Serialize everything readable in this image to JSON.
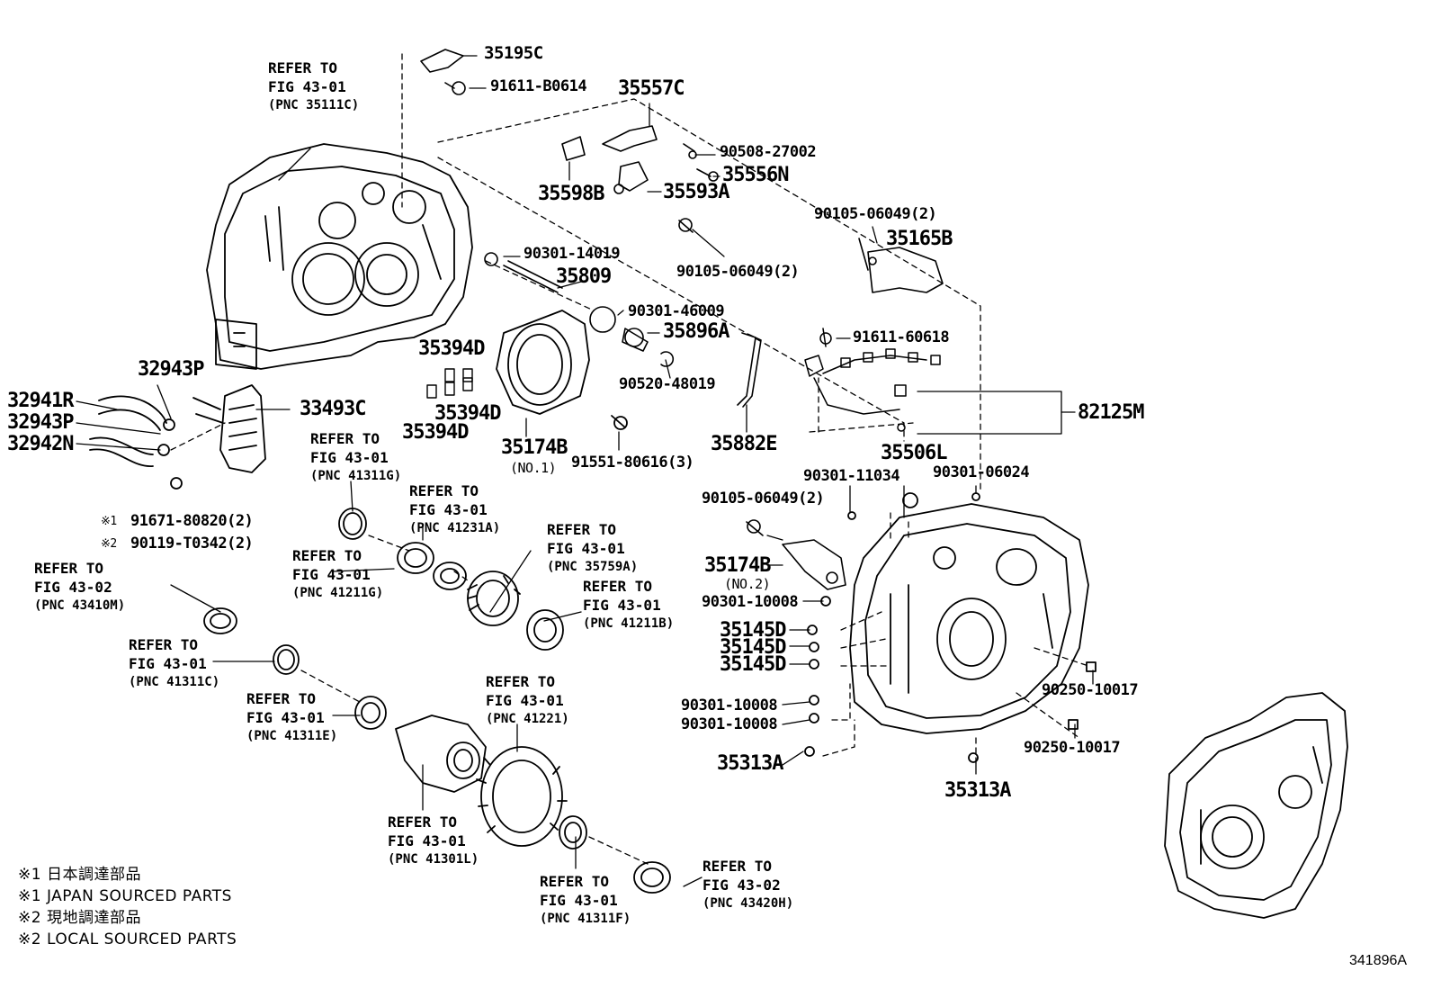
{
  "parts": {
    "p35195C": "35195C",
    "p91611B0614": "91611-B0614",
    "p35557C": "35557C",
    "p9050827002": "90508-27002",
    "p35556N": "35556N",
    "p35598B": "35598B",
    "p35593A": "35593A",
    "p90105a": "90105-06049(2)",
    "p90105b": "90105-06049(2)",
    "p35165B": "35165B",
    "p9030114019": "90301-14019",
    "p35809": "35809",
    "p9030146009": "90301-46009",
    "p35896A": "35896A",
    "p9052048019": "90520-48019",
    "p35882E": "35882E",
    "p9161160618": "91611-60618",
    "p82125M": "82125M",
    "p35394Da": "35394D",
    "p35394Db": "35394D",
    "p35394Dc": "35394D",
    "p35174B1": "35174B",
    "p35174B1sub": "(NO.1)",
    "p9155180616": "91551-80616(3)",
    "p32943Pa": "32943P",
    "p32941R": "32941R",
    "p32943Pb": "32943P",
    "p32942N": "32942N",
    "p33493C": "33493C",
    "p9167180820": "91671-80820(2)",
    "p90119T0342": "90119-T0342(2)",
    "mark1": "※1",
    "mark2": "※2",
    "p35506L": "35506L",
    "p9030111034": "90301-11034",
    "p9030106024": "90301-06024",
    "p90105c": "90105-06049(2)",
    "p35174B2": "35174B",
    "p35174B2sub": "(NO.2)",
    "p90301_10008a": "90301-10008",
    "p35145Da": "35145D",
    "p35145Db": "35145D",
    "p35145Dc": "35145D",
    "p90301_10008b": "90301-10008",
    "p90301_10008c": "90301-10008",
    "p35313Aa": "35313A",
    "p35313Ab": "35313A",
    "p90250a": "90250-10017",
    "p90250b": "90250-10017"
  },
  "refs": {
    "r35111C": {
      "line1": "REFER TO",
      "line2": "FIG 43-01",
      "pnc": "(PNC 35111C)"
    },
    "r41311G": {
      "line1": "REFER TO",
      "line2": "FIG 43-01",
      "pnc": "(PNC 41311G)"
    },
    "r41231A": {
      "line1": "REFER TO",
      "line2": "FIG 43-01",
      "pnc": "(PNC 41231A)"
    },
    "r35759A": {
      "line1": "REFER TO",
      "line2": "FIG 43-01",
      "pnc": "(PNC 35759A)"
    },
    "r41211G": {
      "line1": "REFER TO",
      "line2": "FIG 43-01",
      "pnc": "(PNC 41211G)"
    },
    "r43410M": {
      "line1": "REFER TO",
      "line2": "FIG 43-02",
      "pnc": "(PNC 43410M)"
    },
    "r41211B": {
      "line1": "REFER TO",
      "line2": "FIG 43-01",
      "pnc": "(PNC 41211B)"
    },
    "r41311C": {
      "line1": "REFER TO",
      "line2": "FIG 43-01",
      "pnc": "(PNC 41311C)"
    },
    "r41311E": {
      "line1": "REFER TO",
      "line2": "FIG 43-01",
      "pnc": "(PNC 41311E)"
    },
    "r41221": {
      "line1": "REFER TO",
      "line2": "FIG 43-01",
      "pnc": "(PNC 41221)"
    },
    "r41301L": {
      "line1": "REFER TO",
      "line2": "FIG 43-01",
      "pnc": "(PNC 41301L)"
    },
    "r41311F": {
      "line1": "REFER TO",
      "line2": "FIG 43-01",
      "pnc": "(PNC 41311F)"
    },
    "r43420H": {
      "line1": "REFER TO",
      "line2": "FIG 43-02",
      "pnc": "(PNC 43420H)"
    }
  },
  "notes": {
    "n1": "※1 日本調達部品",
    "n2": "※1 JAPAN SOURCED PARTS",
    "n3": "※2 現地調達部品",
    "n4": "※2 LOCAL SOURCED PARTS"
  },
  "figure_id": "341896A"
}
